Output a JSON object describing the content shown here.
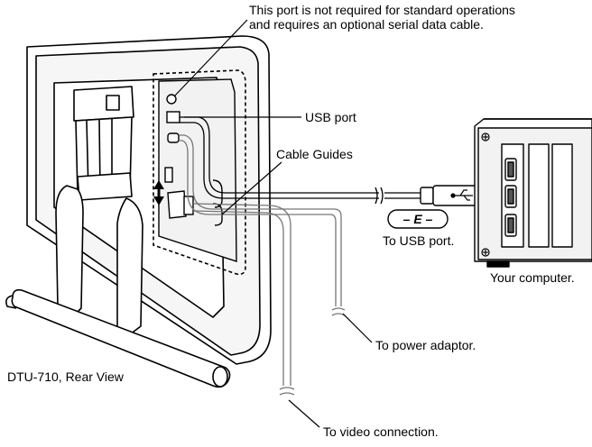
{
  "labels": {
    "port_note_line1": "This port is not required for standard operations",
    "port_note_line2": "and requires an optional serial data cable.",
    "usb_port": "USB port",
    "cable_guides": "Cable Guides",
    "to_usb_port": "To USB port.",
    "your_computer": "Your computer.",
    "to_power_adaptor": "To power adaptor.",
    "dtu_rear_view": "DTU-710, Rear View",
    "to_video_connection": "To video connection.",
    "e_symbol": "– E –"
  },
  "icons": [
    "usb-icon",
    "double-arrow-icon",
    "screw-icon"
  ],
  "colors": {
    "line": "#000000",
    "fill": "#ffffff",
    "panel": "#f2f2f2"
  }
}
